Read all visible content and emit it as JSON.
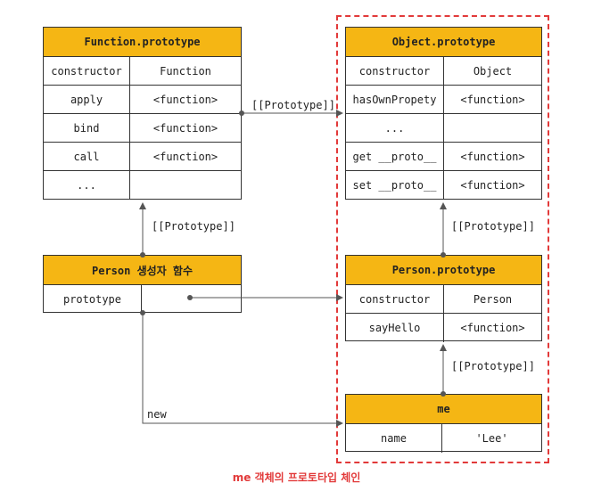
{
  "function_prototype": {
    "title": "Function.prototype",
    "rows": [
      {
        "key": "constructor",
        "value": "Function"
      },
      {
        "key": "apply",
        "value": "<function>"
      },
      {
        "key": "bind",
        "value": "<function>"
      },
      {
        "key": "call",
        "value": "<function>"
      },
      {
        "key": "...",
        "value": ""
      }
    ]
  },
  "object_prototype": {
    "title": "Object.prototype",
    "rows": [
      {
        "key": "constructor",
        "value": "Object"
      },
      {
        "key": "hasOwnPropety",
        "value": "<function>"
      },
      {
        "key": "...",
        "value": ""
      },
      {
        "key": "get __proto__",
        "value": "<function>"
      },
      {
        "key": "set __proto__",
        "value": "<function>"
      }
    ]
  },
  "person_constructor": {
    "title": "Person 생성자 함수",
    "rows": [
      {
        "key": "prototype",
        "value": ""
      }
    ]
  },
  "person_prototype": {
    "title": "Person.prototype",
    "rows": [
      {
        "key": "constructor",
        "value": "Person"
      },
      {
        "key": "sayHello",
        "value": "<function>"
      }
    ]
  },
  "me": {
    "title": "me",
    "rows": [
      {
        "key": "name",
        "value": "'Lee'"
      }
    ]
  },
  "labels": {
    "proto_func_to_obj": "[[Prototype]]",
    "proto_person_to_func": "[[Prototype]]",
    "proto_pp_to_obj": "[[Prototype]]",
    "proto_me_to_pp": "[[Prototype]]",
    "new": "new"
  },
  "chain_title": "me 객체의 프로토타입 체인",
  "colors": {
    "header": "#f5b614",
    "chain": "#e23a3a"
  }
}
